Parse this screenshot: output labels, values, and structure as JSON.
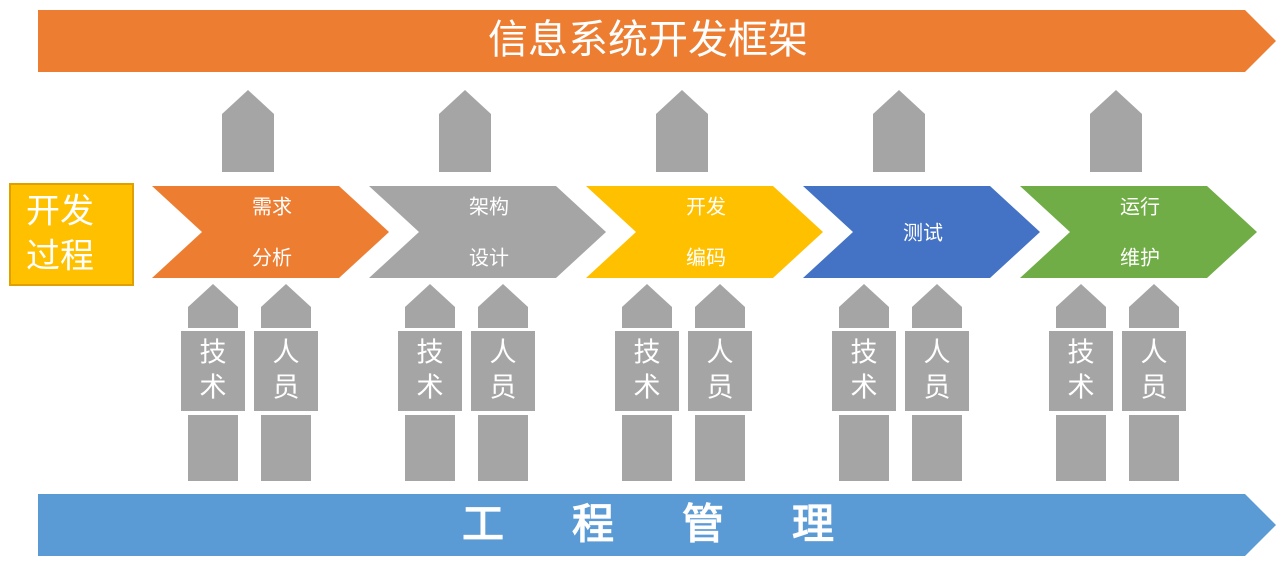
{
  "framework_banner": {
    "title": "信息系统开发框架",
    "color": "#ED7D31"
  },
  "process_label": {
    "line1": "开发",
    "line2": "过程",
    "color": "#FFC000",
    "border": "#E0A100"
  },
  "phases": [
    {
      "line1": "需求",
      "line2": "分析",
      "color": "#ED7D31"
    },
    {
      "line1": "架构",
      "line2": "设计",
      "color": "#A5A5A5"
    },
    {
      "line1": "开发",
      "line2": "编码",
      "color": "#FFC000"
    },
    {
      "line1": "测试",
      "line2": "",
      "color": "#4472C4"
    },
    {
      "line1": "运行",
      "line2": "维护",
      "color": "#70AD47"
    }
  ],
  "resources": {
    "technology": {
      "line1": "技",
      "line2": "术"
    },
    "personnel": {
      "line1": "人",
      "line2": "员"
    },
    "color": "#A5A5A5"
  },
  "management_banner": {
    "title": "工程管理",
    "color": "#5B9BD5"
  }
}
